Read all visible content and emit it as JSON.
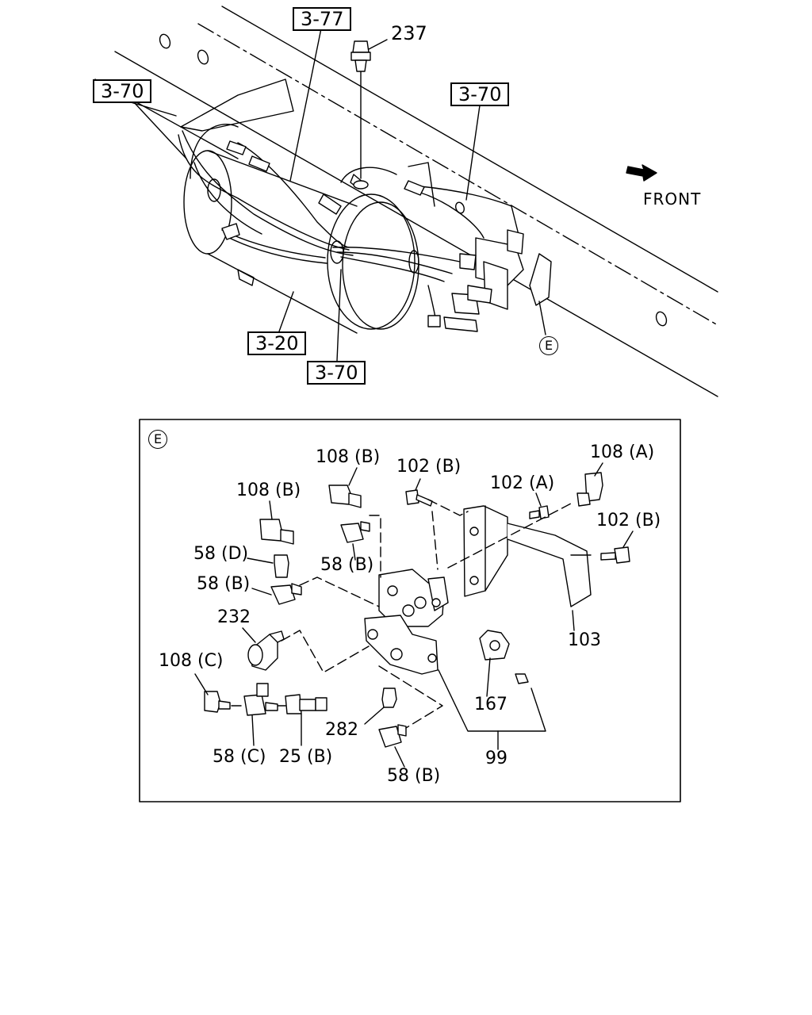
{
  "overview": {
    "ref_boxes": [
      "3-77",
      "3-70",
      "3-70",
      "3-20",
      "3-70"
    ],
    "part_237": "237",
    "front_label": "FRONT",
    "detail_marker": "E"
  },
  "detail": {
    "marker": "E",
    "labels": [
      "108 (B)",
      "108 (B)",
      "102 (B)",
      "102 (A)",
      "108 (A)",
      "102 (B)",
      "58 (D)",
      "58 (B)",
      "58 (B)",
      "232",
      "103",
      "108 (C)",
      "167",
      "282",
      "58 (C)",
      "25 (B)",
      "99",
      "58 (B)"
    ]
  }
}
